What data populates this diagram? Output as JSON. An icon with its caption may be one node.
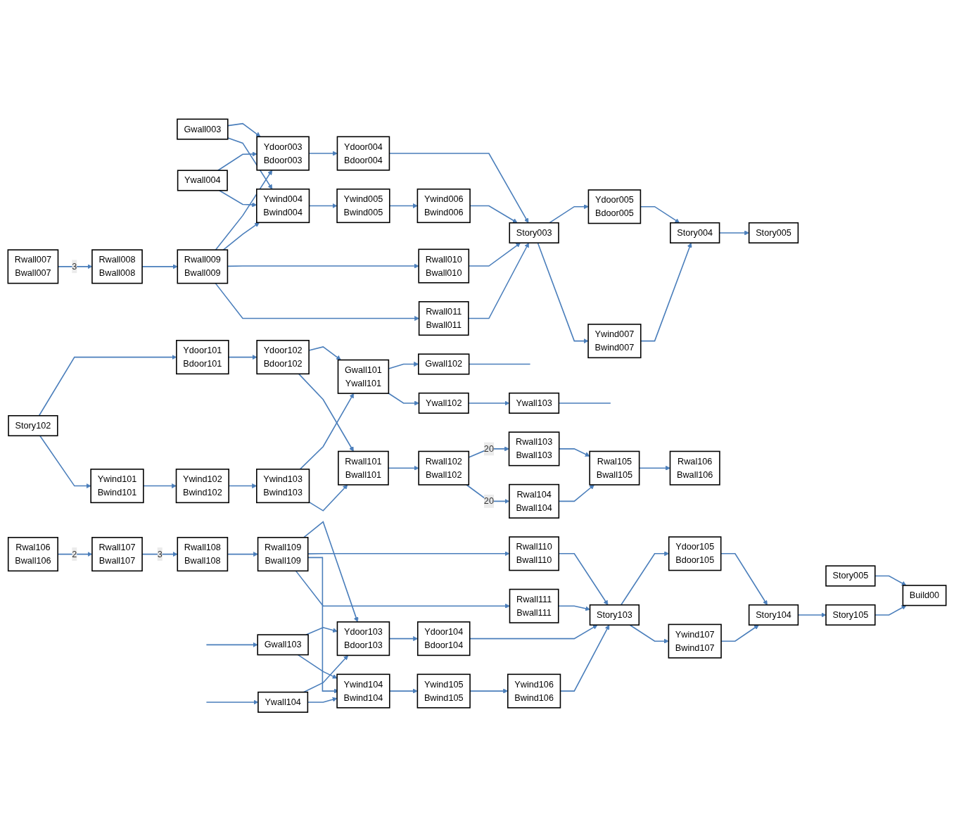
{
  "diagram": {
    "nodes": [
      {
        "text": [
          "Gwall003"
        ]
      },
      {
        "text": [
          "Ywall004"
        ]
      },
      {
        "text": [
          "Rwall007",
          "Bwall007"
        ]
      },
      {
        "text": [
          "Rwall008",
          "Bwall008"
        ]
      },
      {
        "text": [
          "Rwall009",
          "Bwall009"
        ]
      },
      {
        "text": [
          "Ydoor003",
          "Bdoor003"
        ]
      },
      {
        "text": [
          "Ydoor004",
          "Bdoor004"
        ]
      },
      {
        "text": [
          "Rwall010",
          "Bwall010"
        ]
      },
      {
        "text": [
          "Ywind004",
          "Bwind004"
        ]
      },
      {
        "text": [
          "Ywind005",
          "Bwind005"
        ]
      },
      {
        "text": [
          "Ywind006",
          "Bwind006"
        ]
      },
      {
        "text": [
          "Rwall011",
          "Bwall011"
        ]
      },
      {
        "text": [
          "Story003"
        ]
      },
      {
        "text": [
          "Ydoor005",
          "Bdoor005"
        ]
      },
      {
        "text": [
          "Ywind007",
          "Bwind007"
        ]
      },
      {
        "text": [
          "Story004"
        ]
      },
      {
        "text": [
          "Story005"
        ]
      },
      {
        "text": [
          "Story102"
        ]
      },
      {
        "text": [
          "Ydoor101",
          "Bdoor101"
        ]
      },
      {
        "text": [
          "Ydoor102",
          "Bdoor102"
        ]
      },
      {
        "text": [
          "Gwall101",
          "Ywall101"
        ]
      },
      {
        "text": [
          "Gwall102"
        ]
      },
      {
        "text": [
          "Ywall102"
        ]
      },
      {
        "text": [
          "Ywall103"
        ]
      },
      {
        "text": [
          "Ywind101",
          "Bwind101"
        ]
      },
      {
        "text": [
          "Ywind102",
          "Bwind102"
        ]
      },
      {
        "text": [
          "Ywind103",
          "Bwind103"
        ]
      },
      {
        "text": [
          "Rwall101",
          "Bwall101"
        ]
      },
      {
        "text": [
          "Rwall102",
          "Bwall102"
        ]
      },
      {
        "text": [
          "Rwall103",
          "Bwall103"
        ]
      },
      {
        "text": [
          "Rwal105",
          "Bwall105"
        ]
      },
      {
        "text": [
          "Rwal106",
          "Bwall106"
        ]
      },
      {
        "text": [
          "Rwal104",
          "Bwall104"
        ]
      },
      {
        "text": [
          "Story005"
        ]
      },
      {
        "text": [
          "Gwall103"
        ]
      },
      {
        "text": [
          "Ywall104"
        ]
      },
      {
        "text": [
          "Rwal106",
          "Bwall106"
        ]
      },
      {
        "text": [
          "Rwall107",
          "Bwall107"
        ]
      },
      {
        "text": [
          "Rwall108",
          "Bwall108"
        ]
      },
      {
        "text": [
          "Rwall109",
          "Bwall109"
        ]
      },
      {
        "text": [
          "Ydoor103",
          "Bdoor103"
        ]
      },
      {
        "text": [
          "Ydoor104",
          "Bdoor104"
        ]
      },
      {
        "text": [
          "Rwall110",
          "Bwall110"
        ]
      },
      {
        "text": [
          "Ywind104",
          "Bwind104"
        ]
      },
      {
        "text": [
          "Ywind105",
          "Bwind105"
        ]
      },
      {
        "text": [
          "Ywind106",
          "Bwind106"
        ]
      },
      {
        "text": [
          "Rwall111",
          "Bwall111"
        ]
      },
      {
        "text": [
          "Story103"
        ]
      },
      {
        "text": [
          "Ydoor105",
          "Bdoor105"
        ]
      },
      {
        "text": [
          "Ywind107",
          "Bwind107"
        ]
      },
      {
        "text": [
          "Story104"
        ]
      },
      {
        "text": [
          "Story105"
        ]
      },
      {
        "text": [
          "Build00"
        ]
      }
    ],
    "edges": [
      {
        "from": 0,
        "to": 5,
        "arrow": "to"
      },
      {
        "from": 0,
        "to": 8,
        "arrow": "to"
      },
      {
        "from": 1,
        "to": 5,
        "arrow": "to"
      },
      {
        "from": 1,
        "to": 8,
        "arrow": "to"
      },
      {
        "from": 2,
        "to": 3,
        "label": "3",
        "arrow": "to"
      },
      {
        "from": 3,
        "to": 4,
        "arrow": "to"
      },
      {
        "from": 4,
        "to": 5,
        "arrow": "to"
      },
      {
        "from": 4,
        "to": 8,
        "arrow": "to"
      },
      {
        "from": 4,
        "to": 7,
        "arrow": "to"
      },
      {
        "from": 4,
        "to": 11,
        "arrow": "to"
      },
      {
        "from": 5,
        "to": 6,
        "arrow": "to"
      },
      {
        "from": 6,
        "to": 12,
        "arrow": "to"
      },
      {
        "from": 8,
        "to": 9,
        "arrow": "to"
      },
      {
        "from": 9,
        "to": 10,
        "arrow": "to"
      },
      {
        "from": 10,
        "to": 12,
        "arrow": "to"
      },
      {
        "from": 7,
        "to": 12,
        "arrow": "to"
      },
      {
        "from": 11,
        "to": 12,
        "arrow": "to"
      },
      {
        "from": 12,
        "to": 13,
        "arrow": "to"
      },
      {
        "from": 12,
        "to": 14,
        "arrow": "to"
      },
      {
        "from": 13,
        "to": 15,
        "arrow": "to"
      },
      {
        "from": 14,
        "to": 15,
        "arrow": "to"
      },
      {
        "from": 15,
        "to": 16,
        "arrow": "to"
      },
      {
        "from": 17,
        "to": 18,
        "arrow": "to"
      },
      {
        "from": 17,
        "to": 24,
        "arrow": "to"
      },
      {
        "from": 18,
        "to": 19,
        "arrow": "to"
      },
      {
        "from": 19,
        "to": 20,
        "arrow": "to"
      },
      {
        "from": 19,
        "to": 27,
        "arrow": "to"
      },
      {
        "from": 20,
        "to": 21,
        "arrow": "to"
      },
      {
        "from": 20,
        "to": 22,
        "arrow": "to"
      },
      {
        "from": 21,
        "to": null,
        "arrow": "none"
      },
      {
        "from": 22,
        "to": 23,
        "arrow": "to"
      },
      {
        "from": 23,
        "to": null,
        "arrow": "none"
      },
      {
        "from": 24,
        "to": 25,
        "arrow": "to"
      },
      {
        "from": 25,
        "to": 26,
        "arrow": "to"
      },
      {
        "from": 26,
        "to": 20,
        "arrow": "to"
      },
      {
        "from": 26,
        "to": 27,
        "arrow": "to"
      },
      {
        "from": 27,
        "to": 28,
        "arrow": "to"
      },
      {
        "from": 28,
        "to": 29,
        "label": "20",
        "arrow": "to"
      },
      {
        "from": 28,
        "to": 32,
        "label": "20",
        "arrow": "to"
      },
      {
        "from": 29,
        "to": 30,
        "arrow": "to"
      },
      {
        "from": 32,
        "to": 30,
        "arrow": "to"
      },
      {
        "from": 30,
        "to": 31,
        "arrow": "to"
      },
      {
        "from": 33,
        "to": 52,
        "arrow": "to"
      },
      {
        "from": null,
        "to": 34,
        "arrow": "to"
      },
      {
        "from": null,
        "to": 35,
        "arrow": "to"
      },
      {
        "from": 34,
        "to": 40,
        "arrow": "to"
      },
      {
        "from": 34,
        "to": 43,
        "arrow": "to"
      },
      {
        "from": 35,
        "to": 40,
        "arrow": "to"
      },
      {
        "from": 35,
        "to": 43,
        "arrow": "to"
      },
      {
        "from": 36,
        "to": 37,
        "label": "2",
        "arrow": "to"
      },
      {
        "from": 37,
        "to": 38,
        "label": "3",
        "arrow": "to"
      },
      {
        "from": 38,
        "to": 39,
        "arrow": "to"
      },
      {
        "from": 39,
        "to": 40,
        "arrow": "to"
      },
      {
        "from": 39,
        "to": 43,
        "arrow": "to"
      },
      {
        "from": 39,
        "to": 42,
        "arrow": "to"
      },
      {
        "from": 39,
        "to": 46,
        "arrow": "to"
      },
      {
        "from": 40,
        "to": 41,
        "arrow": "to"
      },
      {
        "from": 41,
        "to": 47,
        "arrow": "to"
      },
      {
        "from": 43,
        "to": 44,
        "arrow": "to"
      },
      {
        "from": 44,
        "to": 45,
        "arrow": "to"
      },
      {
        "from": 45,
        "to": 47,
        "arrow": "to"
      },
      {
        "from": 42,
        "to": 47,
        "arrow": "to"
      },
      {
        "from": 46,
        "to": 47,
        "arrow": "to"
      },
      {
        "from": 47,
        "to": 48,
        "arrow": "to"
      },
      {
        "from": 47,
        "to": 49,
        "arrow": "to"
      },
      {
        "from": 48,
        "to": 50,
        "arrow": "to"
      },
      {
        "from": 49,
        "to": 50,
        "arrow": "to"
      },
      {
        "from": 50,
        "to": 51,
        "arrow": "to"
      },
      {
        "from": 51,
        "to": 52,
        "arrow": "to"
      }
    ]
  }
}
